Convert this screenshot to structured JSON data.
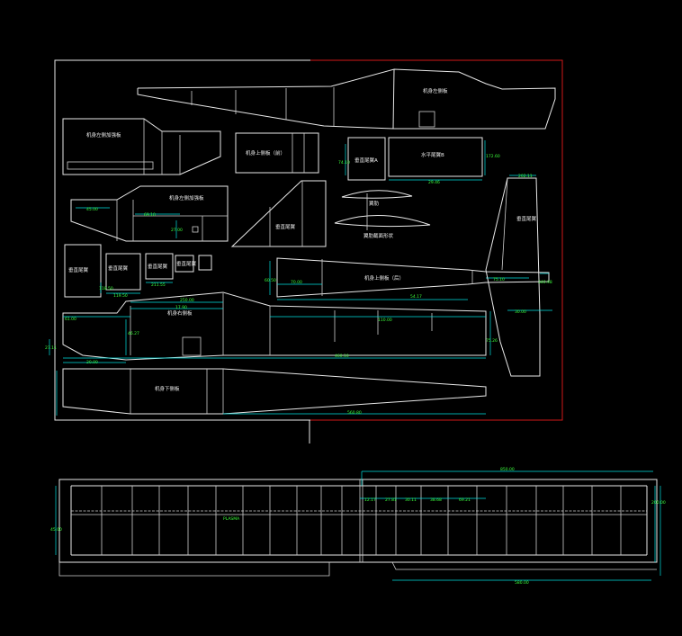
{
  "drawing": {
    "colors": {
      "background": "#000000",
      "outline": "#e8e8e8",
      "frame_red": "#d01818",
      "dimension_line": "#00e0e0",
      "dimension_text": "#3cff3c"
    },
    "part_labels": {
      "fuselage_top_left": "机身左侧板",
      "fuselage_side_left": "机身左侧加强板",
      "fuselage_top_front": "机身上侧板（前）",
      "vertical_piece_a": "垂直尾翼A",
      "horizontal_tail": "水平尾翼B",
      "fuselage_side_reinf": "机身左侧加强板",
      "vertical_tail": "垂直尾翼",
      "wing_rib_label": "翼肋",
      "wing_rib_profile": "翼肋截面形状",
      "small_a": "垂直尾翼",
      "small_b": "垂直尾翼",
      "small_c": "垂直尾翼",
      "small_d": "垂直尾翼",
      "fuselage_top_rear": "机身上侧板（后）",
      "right_fin": "垂直尾翼",
      "fuselage_right": "机身右侧板",
      "fuselage_bottom": "机身下侧板"
    },
    "dims": {
      "d1": "74.10",
      "d2": "29.46",
      "d3": "172.60",
      "d4": "45.00",
      "d5": "69.10",
      "d6": "27.00",
      "d7": "119.50",
      "d8": "211.55",
      "d9": "118.50",
      "d10": "60.50",
      "d11": "70.00",
      "d12": "54.17",
      "d13": "75.10",
      "d14": "202.11",
      "d15": "340.98",
      "d16": "30.00",
      "d17": "250.00",
      "d18": "17.90",
      "d19": "61.00",
      "d20": "46.27",
      "d21": "27.11",
      "d22": "20.00",
      "d23": "110.00",
      "d24": "460.10",
      "d25": "75.26",
      "d26": "560.80",
      "d27": "850.00",
      "d28": "45.00",
      "d29": "12.17",
      "d30": "27.81",
      "d31": "30.11",
      "d32": "38.68",
      "d33": "69.21",
      "d34": "200.00",
      "d35": "580.00"
    },
    "wing": {
      "spar_note": "PLASMA"
    }
  }
}
